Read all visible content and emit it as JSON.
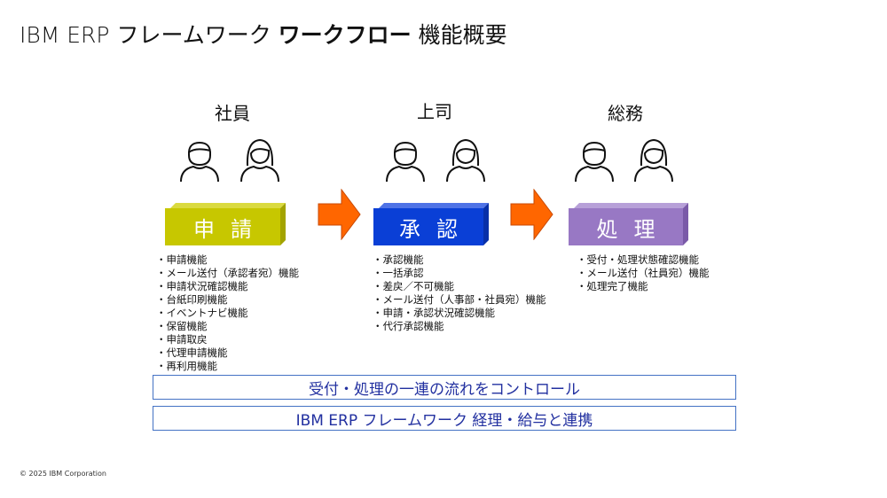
{
  "title": {
    "prefix": "IBM ERP フレームワーク ",
    "bold": "ワークフロー",
    "suffix": " 機能概要"
  },
  "lanes": [
    {
      "role": "社員",
      "box_label": "申請",
      "box_color": "#c7c700",
      "box_top": "#dada40",
      "box_side": "#a3a300",
      "box_text_color": "#ffffff",
      "features": [
        "申請機能",
        "メール送付（承認者宛）機能",
        "申請状況確認機能",
        "台紙印刷機能",
        "イベントナビ機能",
        "保留機能",
        "申請取戻",
        "代理申請機能",
        "再利用機能"
      ]
    },
    {
      "role": "上司",
      "box_label": "承認",
      "box_color": "#0a3fd6",
      "box_top": "#4f73e6",
      "box_side": "#0830a8",
      "box_text_color": "#ffffff",
      "features": [
        "承認機能",
        "一括承認",
        "差戻／不可機能",
        "メール送付（人事部・社員宛）機能",
        "申請・承認状況確認機能",
        "代行承認機能"
      ]
    },
    {
      "role": "総務",
      "box_label": "処理",
      "box_color": "#9878c4",
      "box_top": "#b7a0d8",
      "box_side": "#7a5aa8",
      "box_text_color": "#ffffff",
      "features": [
        "受付・処理状態確認機能",
        "メール送付（社員宛）機能",
        "処理完了機能"
      ]
    }
  ],
  "arrow_color": "#ff6600",
  "banners": [
    "受付・処理の一連の流れをコントロール",
    "IBM ERP フレームワーク 経理・給与と連携"
  ],
  "copyright": "© 2025 IBM Corporation"
}
